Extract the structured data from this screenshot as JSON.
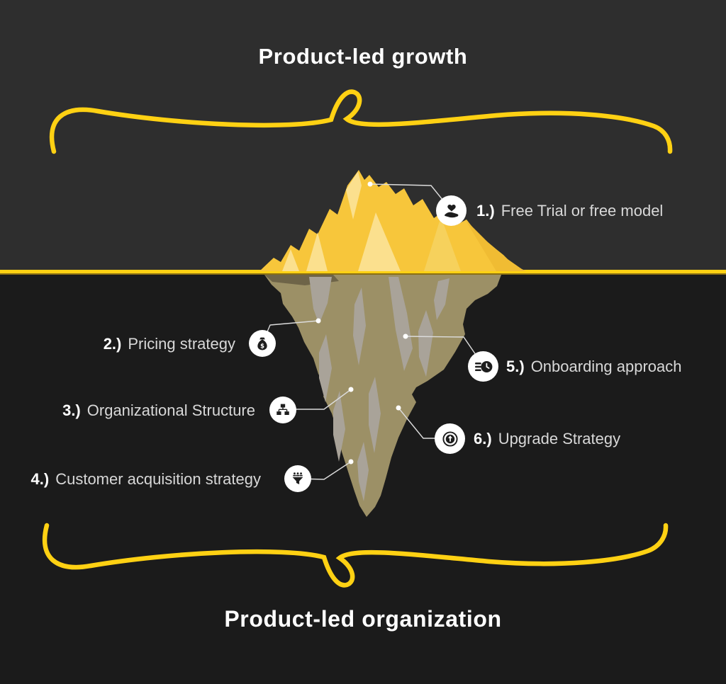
{
  "titles": {
    "top": "Product-led growth",
    "bottom": "Product-led organization"
  },
  "sections": {
    "above_water_meaning": "Product-led growth",
    "below_water_meaning": "Product-led organization"
  },
  "callouts": [
    {
      "num": "1.)",
      "label": "Free Trial or free model",
      "icon": "hand-holding-heart-icon"
    },
    {
      "num": "2.)",
      "label": "Pricing strategy",
      "icon": "money-bag-icon"
    },
    {
      "num": "3.)",
      "label": "Organizational Structure",
      "icon": "org-chart-icon"
    },
    {
      "num": "4.)",
      "label": "Customer acquisition strategy",
      "icon": "funnel-users-icon"
    },
    {
      "num": "5.)",
      "label": "Onboarding approach",
      "icon": "list-clock-icon"
    },
    {
      "num": "6.)",
      "label": "Upgrade Strategy",
      "icon": "upgrade-arrow-icon"
    }
  ],
  "colors": {
    "accent_yellow": "#FFD113",
    "waterline": "#FFD113",
    "iceberg_top": "#F7C63B",
    "iceberg_top_light": "#FBE08E",
    "iceberg_top_mid": "#F6D15C",
    "iceberg_underwater": "#9C9066",
    "underwater_streak": "#A9A399",
    "underwater_shadow": "#6E6448",
    "bg_above": "#2E2E2E",
    "bg_below": "#1B1B1B",
    "label_text": "#D8D8D8",
    "number_text": "#FFFFFF"
  }
}
